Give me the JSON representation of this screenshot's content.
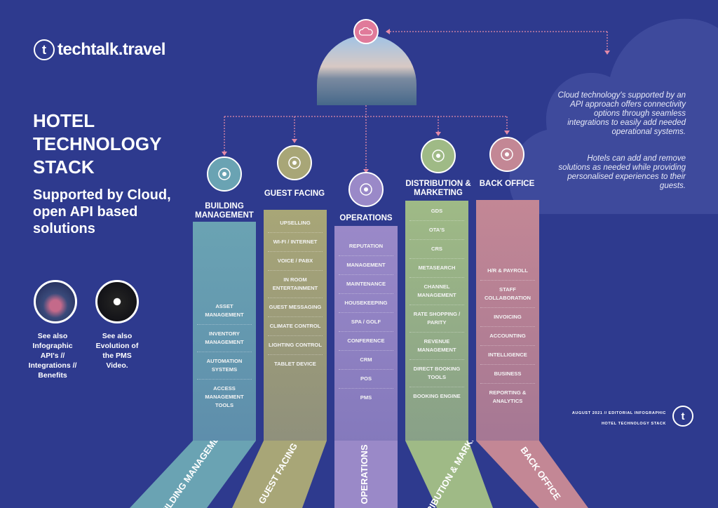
{
  "brand": {
    "logo_text": "techtalk.travel",
    "logo_letter": "t"
  },
  "title": "HOTEL TECHNOLOGY STACK",
  "subtitle": "Supported by Cloud, open API based solutions",
  "see_also": [
    {
      "label": "See also Infographic API's // Integrations // Benefits"
    },
    {
      "label": "See also Evolution of the PMS Video."
    }
  ],
  "description": [
    "Cloud technology's supported by an API approach offers connectivity options through seamless integrations to easily add needed operational systems.",
    "Hotels can add and remove solutions as needed while providing personalised experiences to their guests."
  ],
  "columns": [
    {
      "heading": "BUILDING MANAGEMENT",
      "base_label": "BUILDING MANAGEMENT",
      "color": "#6aa3b3",
      "icon": "building-gear-icon",
      "items": [
        "ASSET MANAGEMENT",
        "INVENTORY MANAGEMENT",
        "AUTOMATION SYSTEMS",
        "ACCESS MANAGEMENT TOOLS"
      ]
    },
    {
      "heading": "GUEST FACING",
      "base_label": "GUEST FACING",
      "color": "#a8a677",
      "icon": "guest-person-icon",
      "items": [
        "UPSELLING",
        "WI-FI / INTERNET",
        "VOICE / PABX",
        "IN ROOM ENTERTAINMENT",
        "GUEST MESSAGING",
        "CLIMATE CONTROL",
        "LIGHTING CONTROL",
        "TABLET DEVICE"
      ]
    },
    {
      "heading": "OPERATIONS",
      "base_label": "OPERATIONS",
      "color": "#9a89c8",
      "icon": "service-tray-icon",
      "items": [
        "REPUTATION",
        "MANAGEMENT",
        "MAINTENANCE",
        "HOUSEKEEPING",
        "SPA / GOLF",
        "CONFERENCE",
        "CRM",
        "POS",
        "PMS"
      ]
    },
    {
      "heading": "DISTRIBUTION & MARKETING",
      "base_label": "DISTRIBUTION & MARKETING",
      "color": "#9fba86",
      "icon": "network-hub-icon",
      "items": [
        "GDS",
        "OTA'S",
        "CRS",
        "METASEARCH",
        "CHANNEL MANAGEMENT",
        "RATE SHOPPING / PARITY",
        "REVENUE MANAGEMENT",
        "DIRECT BOOKING TOOLS",
        "BOOKING ENGINE"
      ]
    },
    {
      "heading": "BACK OFFICE",
      "base_label": "BACK OFFICE",
      "color": "#c38795",
      "icon": "desk-worker-icon",
      "items": [
        "H/R & PAYROLL",
        "STAFF COLLABORATION",
        "INVOICING",
        "ACCOUNTING",
        "INTELLIGENCE",
        "BUSINESS",
        "REPORTING & ANALYTICS"
      ]
    }
  ],
  "footer": {
    "line1": "AUGUST 2021 // EDITORIAL INFOGRAPHIC",
    "line2": "HOTEL TECHNOLOGY STACK"
  }
}
